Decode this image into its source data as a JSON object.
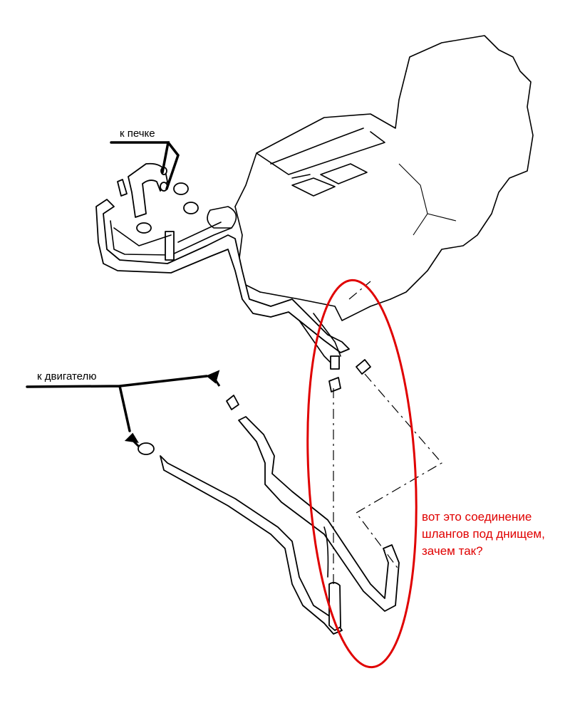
{
  "labels": {
    "to_heater": "к печке",
    "to_engine": "к двигателю"
  },
  "annotation": {
    "lines": [
      "вот это соединение",
      "шлангов под днищем,",
      "зачем так?"
    ],
    "color": "#e00000"
  }
}
